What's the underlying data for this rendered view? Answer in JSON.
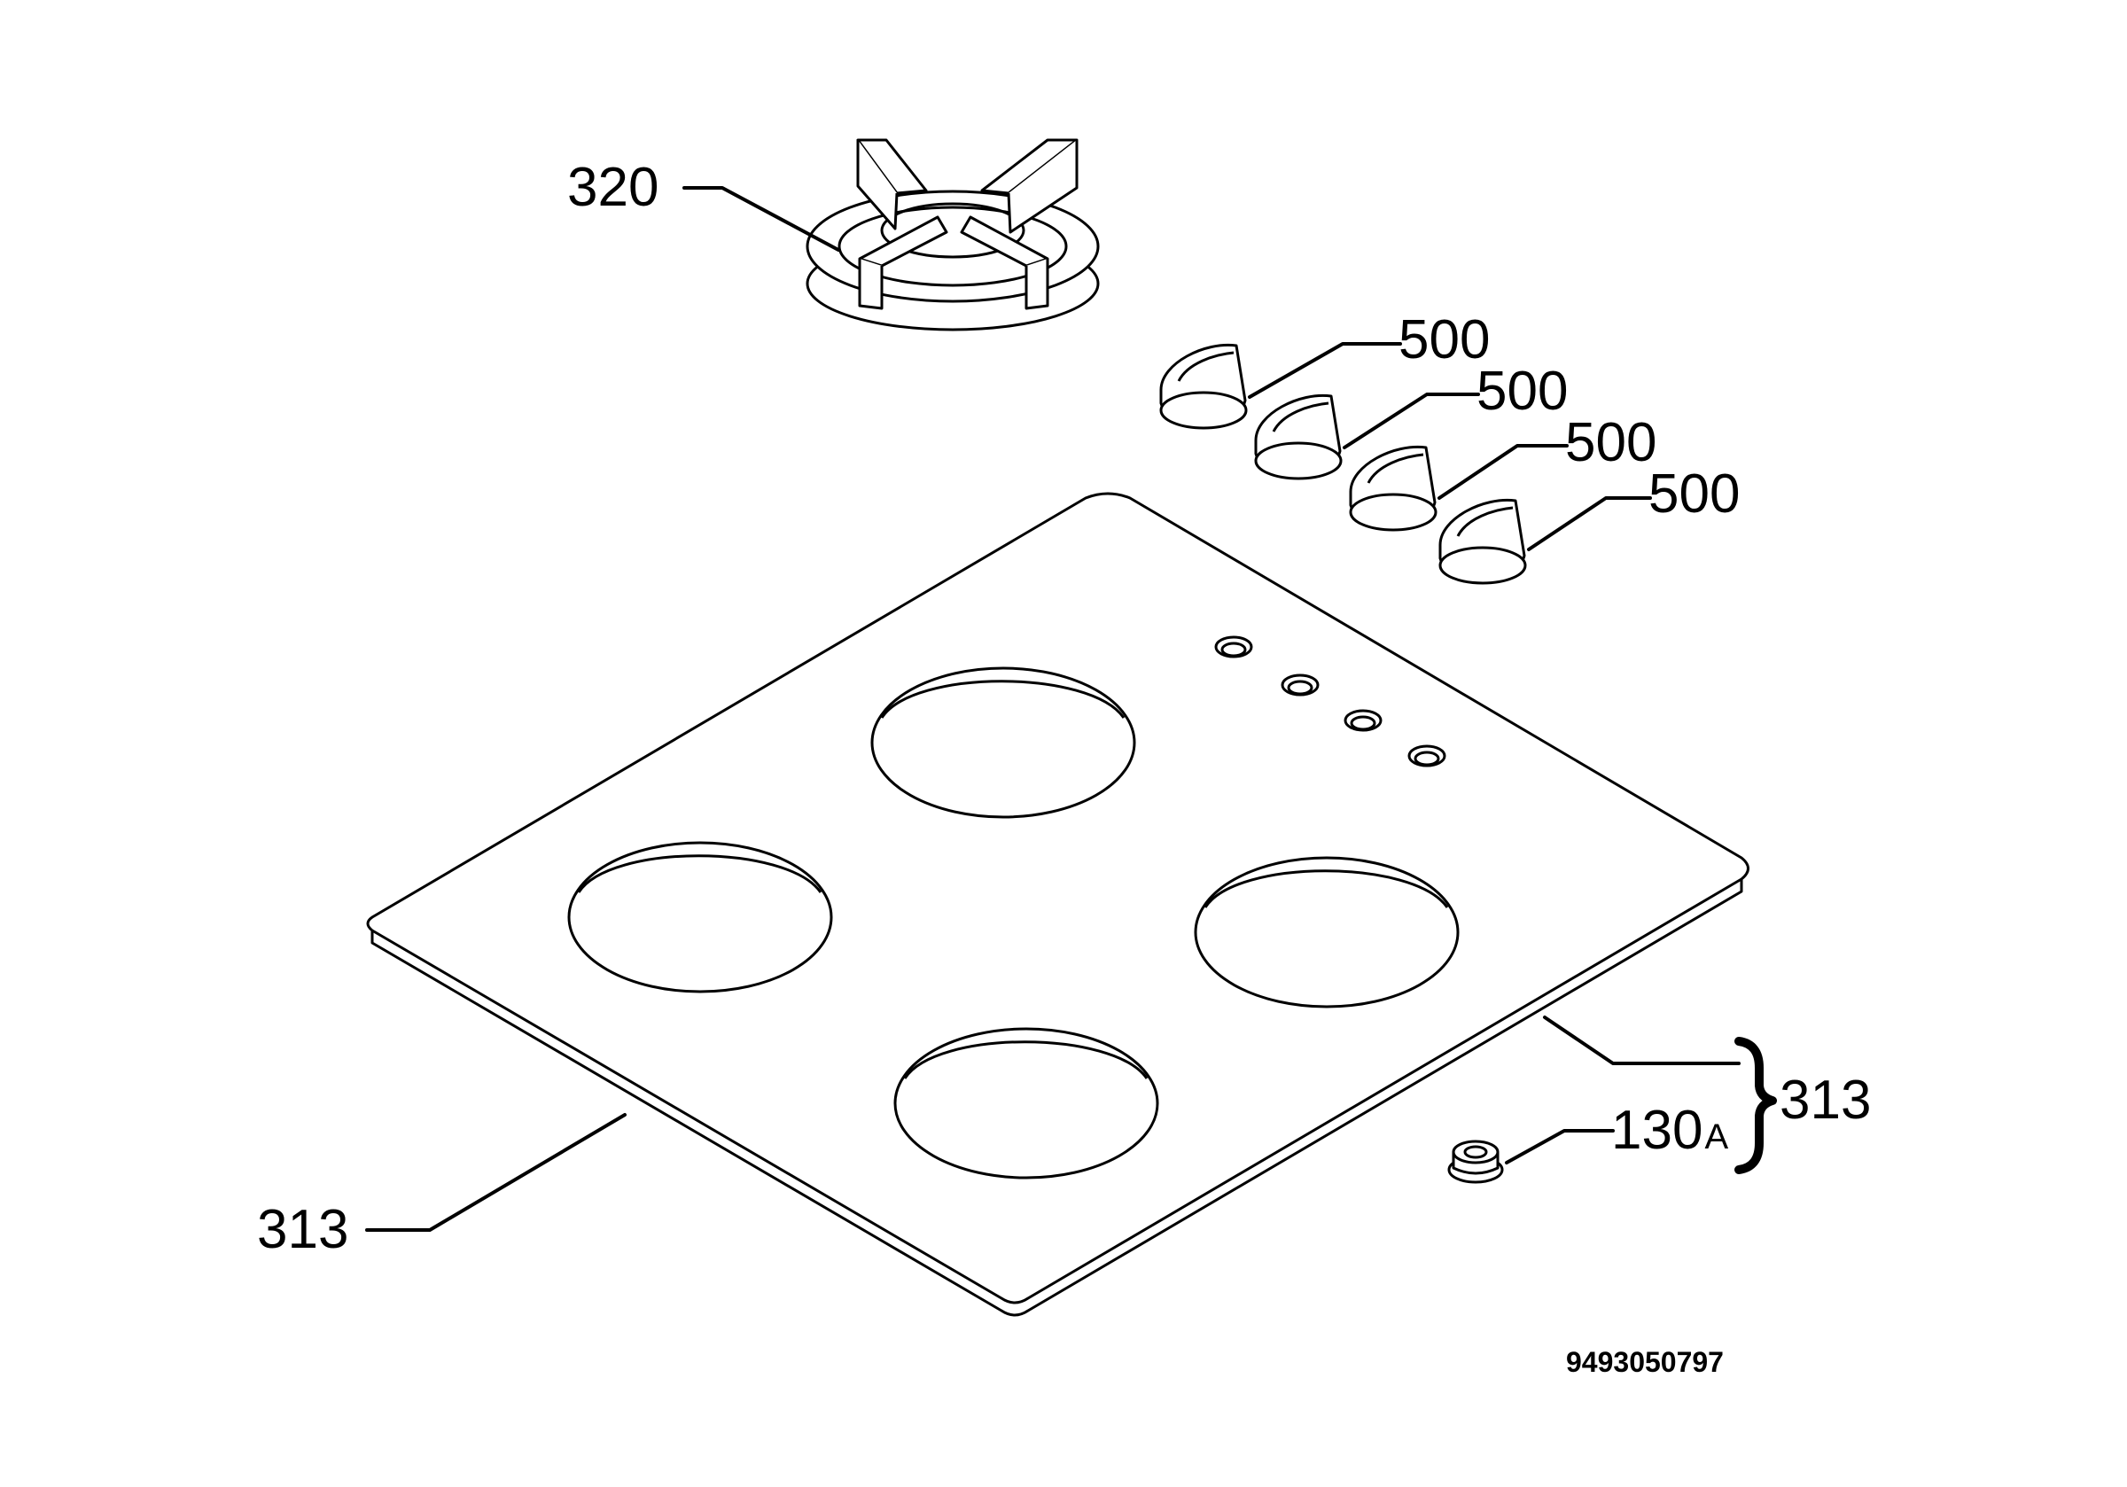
{
  "labels": {
    "pan_support": "320",
    "knob_1": "500",
    "knob_2": "500",
    "knob_3": "500",
    "knob_4": "500",
    "hob_top_left": "313",
    "hob_top_group": "313",
    "grommet": "130",
    "grommet_suffix": "A"
  },
  "drawing_number": "9493050797"
}
